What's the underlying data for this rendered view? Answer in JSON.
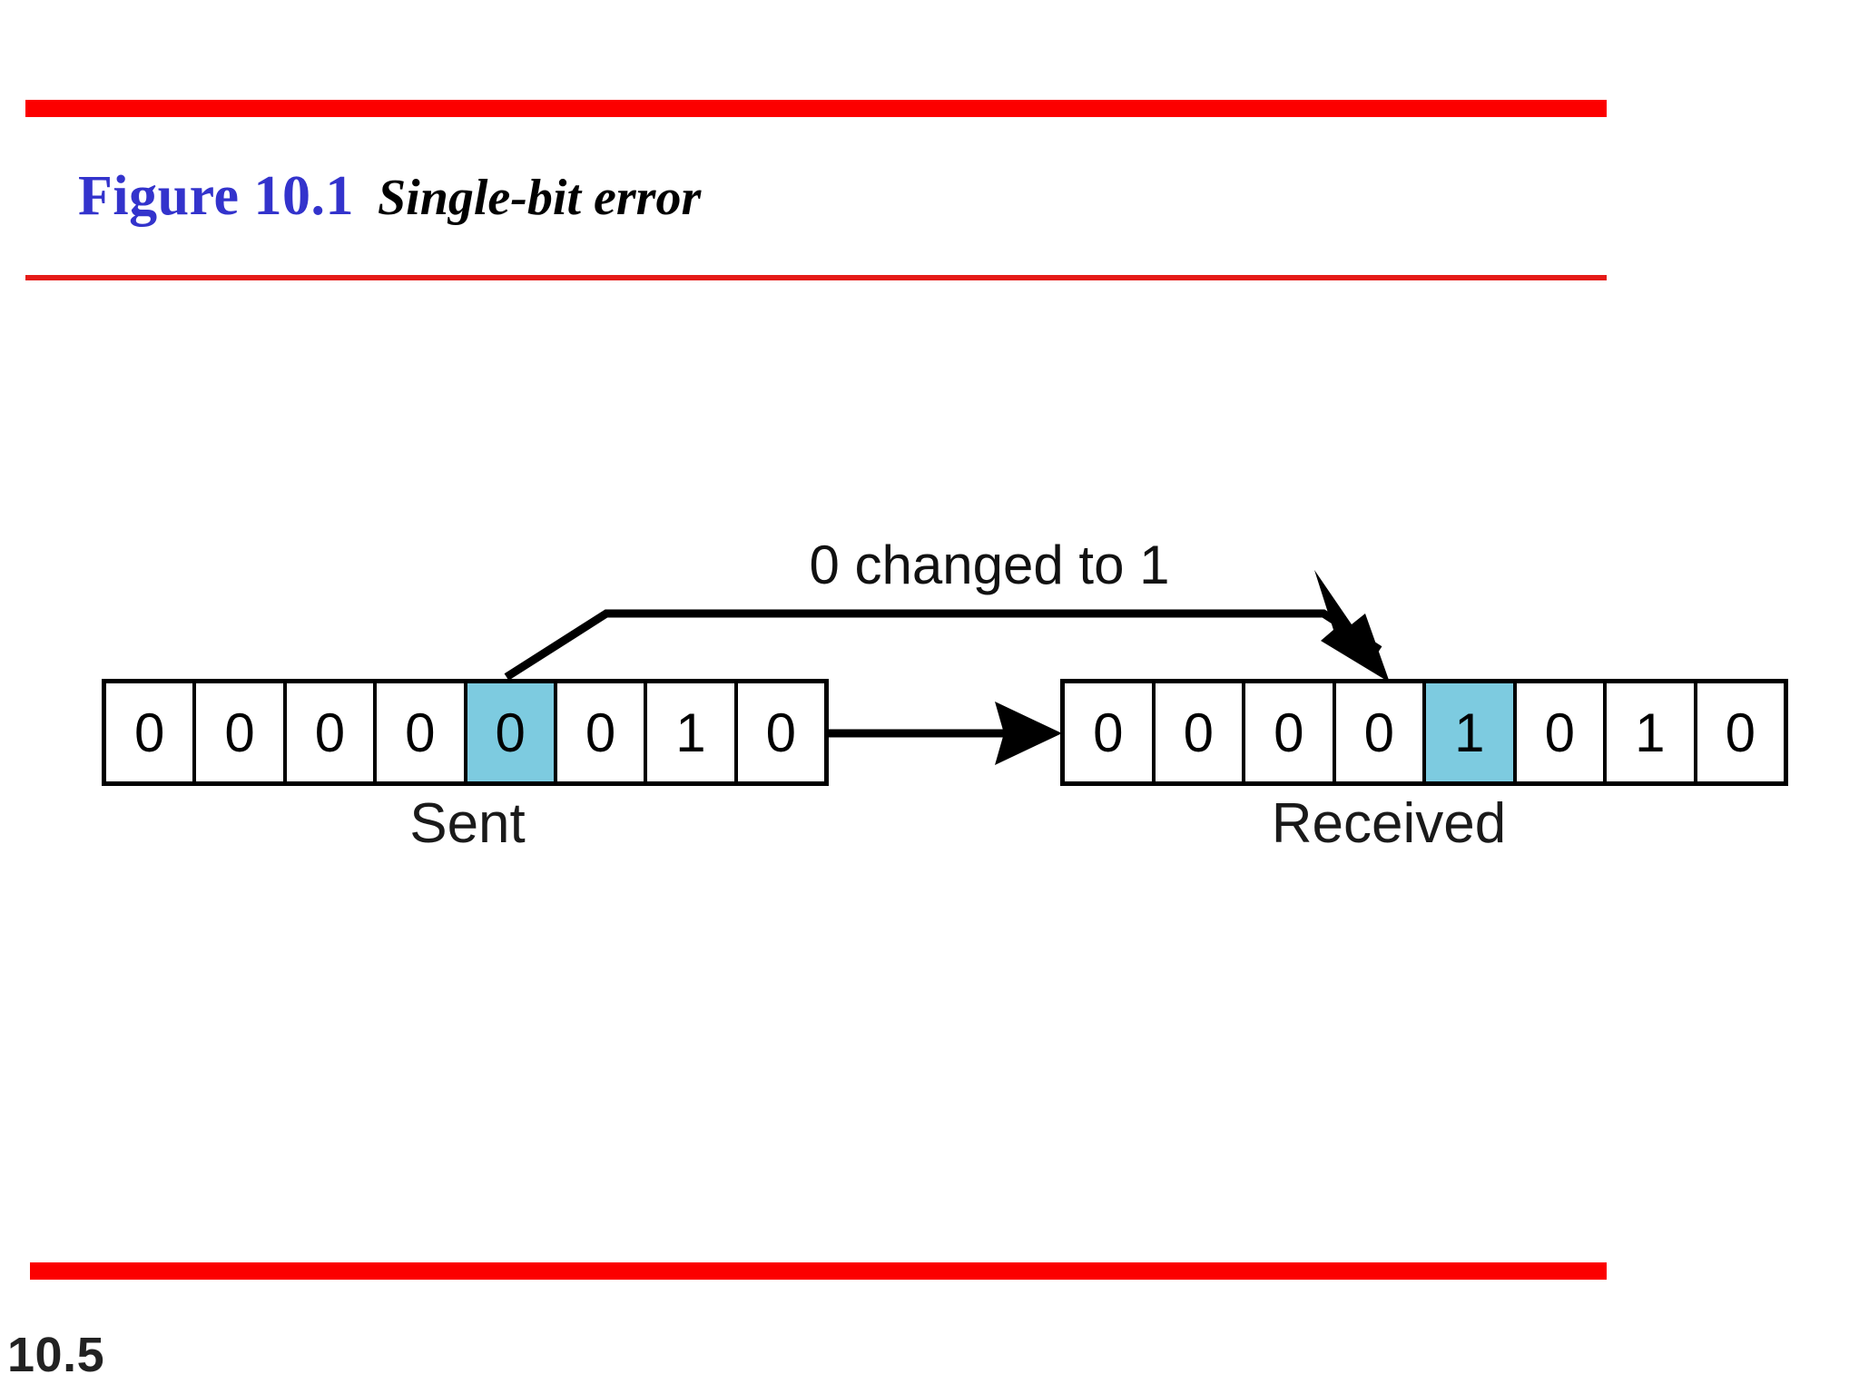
{
  "slide": {
    "figure_label": "Figure 10.1",
    "figure_caption": "Single-bit error",
    "page_number": "10.5",
    "accent_color": "#fc0000",
    "label_color": "#3333cc",
    "highlight_color": "#7dcbe0"
  },
  "diagram": {
    "annotation": "0 changed to 1",
    "sent": {
      "label": "Sent",
      "bits": [
        "0",
        "0",
        "0",
        "0",
        "0",
        "0",
        "1",
        "0"
      ],
      "highlight_index": 4
    },
    "received": {
      "label": "Received",
      "bits": [
        "0",
        "0",
        "0",
        "0",
        "1",
        "0",
        "1",
        "0"
      ],
      "highlight_index": 4
    }
  },
  "chart_data": {
    "type": "diagram",
    "title": "Single-bit error",
    "annotations": [
      "0 changed to 1"
    ],
    "series": [
      {
        "name": "Sent",
        "values": [
          0,
          0,
          0,
          0,
          0,
          0,
          1,
          0
        ],
        "highlight_index": 4
      },
      {
        "name": "Received",
        "values": [
          0,
          0,
          0,
          0,
          1,
          0,
          1,
          0
        ],
        "highlight_index": 4
      }
    ]
  }
}
